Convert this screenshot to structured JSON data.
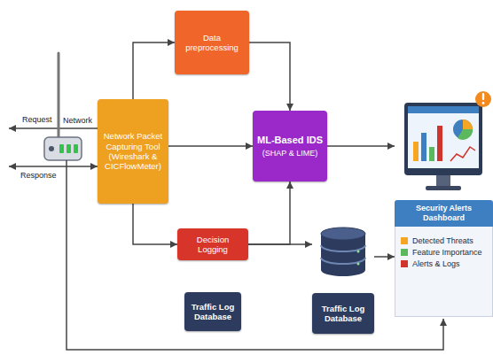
{
  "diagram": {
    "nodes": [
      {
        "text": [
          "Network Packet Capturing Tool (Wireshark & CICFlowMeter)"
        ]
      },
      {
        "text": [
          "Data preprocessing"
        ]
      },
      {
        "text": [
          "ML-Based IDS",
          "(SHAP & LIME)"
        ]
      },
      {
        "text": [
          "Decision Logging"
        ]
      },
      {
        "text": [
          "Traffic Log Database"
        ]
      },
      {
        "text": [
          "Traffic Log Database"
        ]
      },
      {
        "text": [
          "Security Alerts Dashboard"
        ]
      }
    ],
    "edges": [
      {
        "from": 0,
        "to": 1,
        "arrow": "to"
      },
      {
        "from": 1,
        "to": 2,
        "arrow": "to"
      },
      {
        "from": 0,
        "to": 2,
        "arrow": "to"
      },
      {
        "from": 2,
        "to": 6,
        "arrow": "to"
      },
      {
        "from": 0,
        "to": 3,
        "arrow": "to"
      },
      {
        "from": 3,
        "to": 5,
        "arrow": "to"
      },
      {
        "from": 3,
        "to": 2,
        "arrow": "to"
      },
      {
        "from": 5,
        "to": 6,
        "arrow": "to"
      }
    ],
    "labels": [
      "Request",
      "Network",
      "Response"
    ],
    "legend": [
      {
        "text": "Detected Threats",
        "color": "#f5a623"
      },
      {
        "text": "Feature Importance",
        "color": "#5cb85c"
      },
      {
        "text": "Alerts & Logs",
        "color": "#d0342c"
      }
    ]
  }
}
